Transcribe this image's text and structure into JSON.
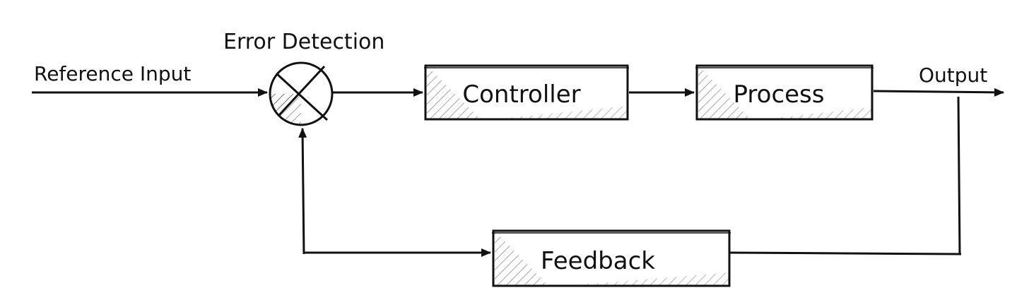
{
  "diagram": {
    "blocks": {
      "controller": "Controller",
      "process": "Process",
      "feedback": "Feedback"
    },
    "signals": {
      "reference_input": "Reference Input",
      "error_detection": "Error Detection",
      "output": "Output"
    },
    "summing_junction_symbol": "cross-circle-icon"
  }
}
